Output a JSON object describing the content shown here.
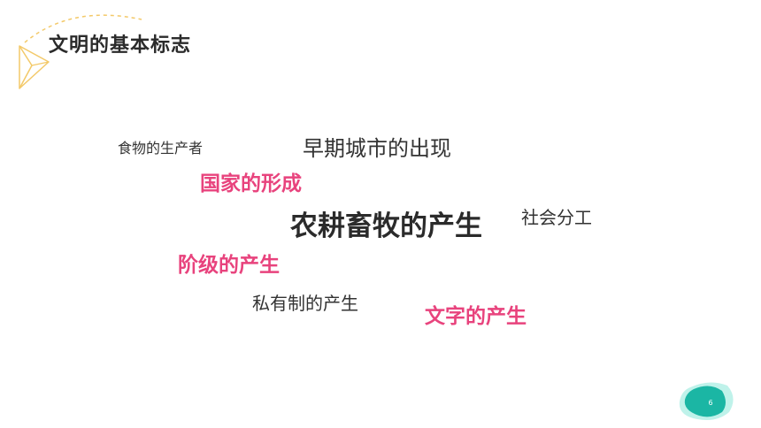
{
  "slide": {
    "title": "文明的基本标志",
    "page_number": "6"
  },
  "words": {
    "food_producers": "食物的生产者",
    "early_cities": "早期城市的出现",
    "state_formation": "国家的形成",
    "agriculture": "农耕畜牧的产生",
    "division_of_labor": "社会分工",
    "classes": "阶级的产生",
    "private_property": "私有制的产生",
    "writing": "文字的产生"
  },
  "colors": {
    "accent_pink": "#e8437d",
    "text_dark": "#333333",
    "deco_yellow": "#f3c969",
    "badge_teal": "#1bb6a4",
    "badge_mint": "#bff2ea"
  }
}
